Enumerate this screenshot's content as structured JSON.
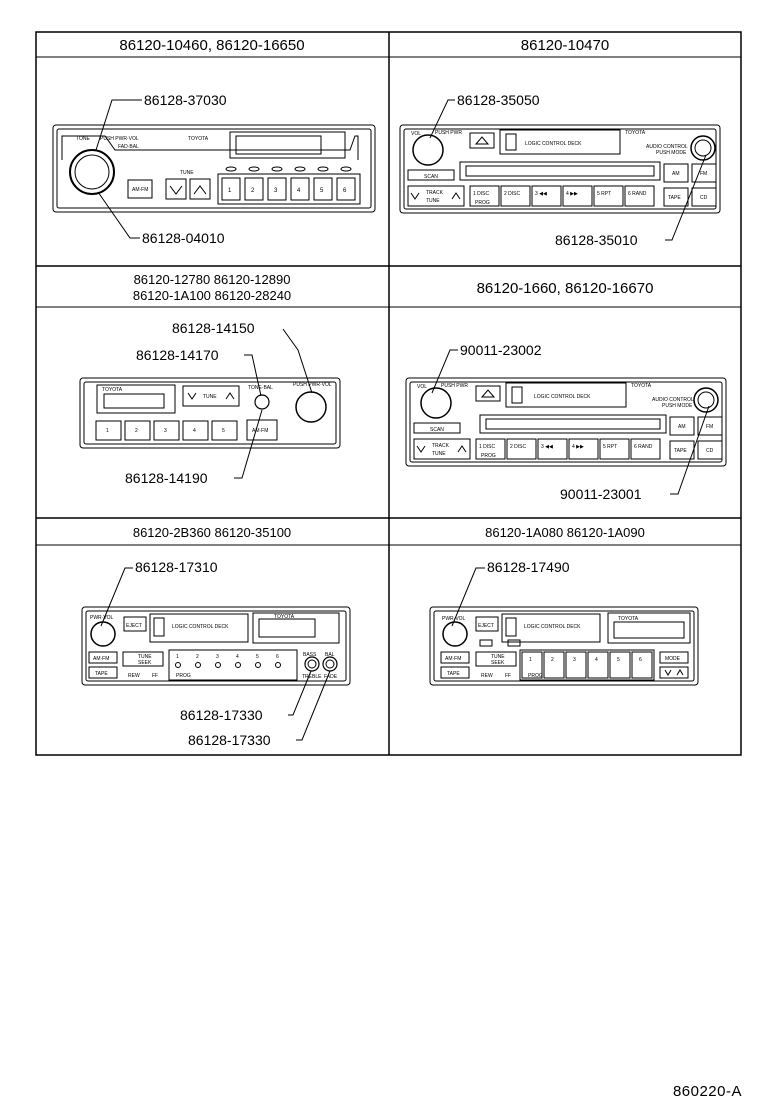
{
  "cells": [
    {
      "header": [
        "86120-10460, 86120-16650"
      ],
      "callouts": [
        "86128-37030",
        "86128-04010"
      ],
      "unit": {
        "brand": "TOYOTA",
        "knob_label": "TONE",
        "knob_label2": "PUSH PWR·VOL",
        "knob_label3": "FAD·BAL",
        "tune_label": "TUNE",
        "amfm": "AM·FM",
        "presets": [
          "1",
          "2",
          "3",
          "4",
          "5",
          "6"
        ]
      }
    },
    {
      "header": [
        "86120-10470"
      ],
      "callouts": [
        "86128-35050",
        "86128-35010"
      ],
      "unit": {
        "brand": "TOYOTA",
        "vol": "VOL",
        "pushpwr": "PUSH PWR",
        "deck": "LOGIC CONTROL DECK",
        "audio": "AUDIO CONTROL",
        "pushmode": "PUSH MODE",
        "scan": "SCAN",
        "track": "TRACK",
        "tune": "TUNE",
        "presets": [
          "1 DISC",
          "2 DISC",
          "3 ◀◀",
          "4 ▶▶",
          "5 RPT",
          "6 RAND"
        ],
        "prog": "PROG",
        "am": "AM",
        "fm": "FM",
        "tape": "TAPE",
        "cd": "CD"
      }
    },
    {
      "header": [
        "86120-12780  86120-12890",
        "86120-1A100  86120-28240"
      ],
      "callouts": [
        "86128-14150",
        "86128-14170",
        "86128-14190"
      ],
      "unit": {
        "brand": "TOYOTA",
        "tune": "TUNE",
        "tonebal": "TONE·BAL",
        "pushpwr": "PUSH PWR·VOL",
        "amfm": "AM·FM",
        "presets": [
          "1",
          "2",
          "3",
          "4",
          "5"
        ]
      }
    },
    {
      "header": [
        "86120-1660, 86120-16670"
      ],
      "callouts": [
        "90011-23002",
        "90011-23001"
      ],
      "unit": {
        "brand": "TOYOTA",
        "vol": "VOL",
        "pushpwr": "PUSH PWR",
        "deck": "LOGIC CONTROL DECK",
        "audio": "AUDIO CONTROL",
        "pushmode": "PUSH MODE",
        "scan": "SCAN",
        "track": "TRACK",
        "tune": "TUNE",
        "presets": [
          "1 DISC",
          "2 DISC",
          "3 ◀◀",
          "4 ▶▶",
          "5 RPT",
          "6 RAND"
        ],
        "prog": "PROG",
        "am": "AM",
        "fm": "FM",
        "tape": "TAPE",
        "cd": "CD"
      }
    },
    {
      "header": [
        "86120-2B360  86120-35100"
      ],
      "callouts": [
        "86128-17310",
        "86128-17330",
        "86128-17330"
      ],
      "unit": {
        "brand": "TOYOTA",
        "pwr": "PWR·VOL",
        "deck": "LOGIC CONTROL DECK",
        "eject": "EJECT",
        "amfm": "AM·FM",
        "tape": "TAPE",
        "tune": "TUNE",
        "seek": "SEEK",
        "rew": "REW",
        "ff": "FF",
        "prog": "PROG",
        "bass": "BASS",
        "bal": "BAL",
        "treble": "TREBLE",
        "fade": "FADE",
        "presets": [
          "1",
          "2",
          "3",
          "4",
          "5",
          "6"
        ]
      }
    },
    {
      "header": [
        "86120-1A080  86120-1A090"
      ],
      "callouts": [
        "86128-17490"
      ],
      "unit": {
        "brand": "TOYOTA",
        "pwr": "PWR·VOL",
        "deck": "LOGIC CONTROL DECK",
        "eject": "EJECT",
        "amfm": "AM·FM",
        "tape": "TAPE",
        "tune": "TUNE",
        "seek": "SEEK",
        "rew": "REW",
        "ff": "FF",
        "prog": "PROG",
        "mode": "MODE",
        "presets": [
          "1",
          "2",
          "3",
          "4",
          "5",
          "6"
        ]
      }
    }
  ],
  "reference": "860220-A"
}
